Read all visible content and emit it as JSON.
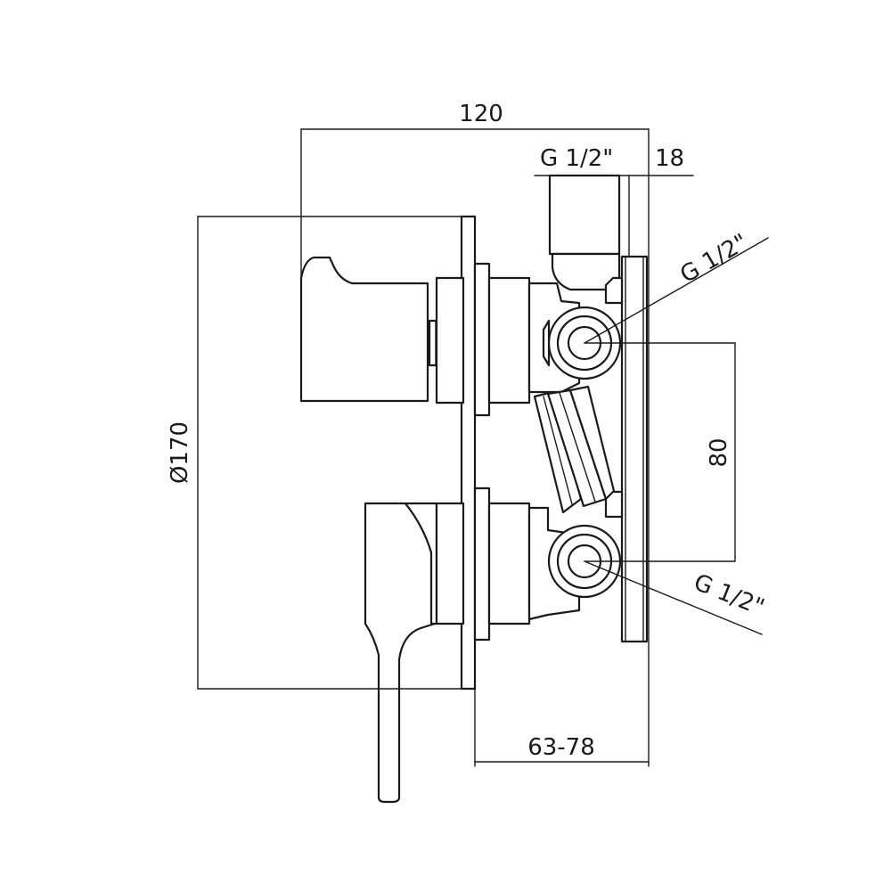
{
  "dimensions": {
    "overall_width": "120",
    "thread_top": "G 1/2\"",
    "plate_thickness": "18",
    "thread_upper_right": "G 1/2\"",
    "center_distance": "80",
    "thread_lower_right": "G 1/2\"",
    "cover_diameter": "Ø170",
    "wall_depth": "63-78"
  }
}
